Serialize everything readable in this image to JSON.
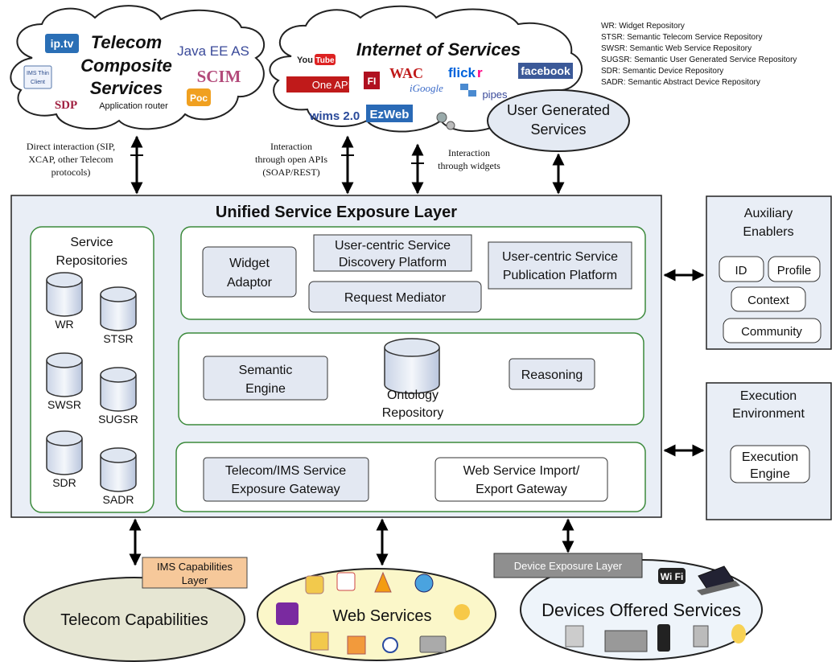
{
  "telecom_composite": {
    "title": [
      "Telecom",
      "Composite",
      "Services"
    ],
    "logos": {
      "iptv": "ip.tv",
      "ims_thin_client": [
        "IMS Thin",
        "Client"
      ],
      "java_ee": "Java EE AS",
      "scim": "SCIM",
      "poc": "Poc",
      "sdp": "SDP",
      "app_router": "Application router"
    }
  },
  "internet_services": {
    "title": "Internet of Services",
    "logos": {
      "youtube_you": "You",
      "youtube_tube": "Tube",
      "oneapi": "One API",
      "fi": "FI",
      "wac": "WAC",
      "flickr_a": "flick",
      "flickr_b": "r",
      "igoogle": "iGoogle",
      "pipes": "pipes",
      "facebook": "facebook",
      "wims": "wims 2.0",
      "ezweb": "EzWeb"
    },
    "user_generated": [
      "User Generated",
      "Services"
    ]
  },
  "abbreviations": [
    "WR: Widget Repository",
    "STSR: Semantic Telecom Service Repository",
    "SWSR: Semantic Web Service Repository",
    "SUGSR: Semantic User Generated Service Repository",
    "SDR: Semantic Device Repository",
    "SADR: Semantic Abstract Device Repository"
  ],
  "interactions": {
    "direct": [
      "Direct interaction (SIP,",
      "XCAP, other Telecom",
      "protocols)"
    ],
    "open_apis": [
      "Interaction",
      "through open APIs",
      "(SOAP/REST)"
    ],
    "widgets": [
      "Interaction",
      "through widgets"
    ]
  },
  "usel": {
    "title": "Unified Service Exposure Layer",
    "service_repositories": {
      "title": [
        "Service",
        "Repositories"
      ],
      "items": [
        "WR",
        "STSR",
        "SWSR",
        "SUGSR",
        "SDR",
        "SADR"
      ]
    },
    "widget_adaptor": [
      "Widget",
      "Adaptor"
    ],
    "discovery": [
      "User-centric Service",
      "Discovery Platform"
    ],
    "publication": [
      "User-centric Service",
      "Publication Platform"
    ],
    "request_mediator": "Request Mediator",
    "semantic_engine": [
      "Semantic",
      "Engine"
    ],
    "ontology": [
      "Ontology",
      "Repository"
    ],
    "reasoning": "Reasoning",
    "telecom_gateway": [
      "Telecom/IMS Service",
      "Exposure Gateway"
    ],
    "web_gateway": [
      "Web Service Import/",
      "Export Gateway"
    ]
  },
  "auxiliary": {
    "title": [
      "Auxiliary",
      "Enablers"
    ],
    "id": "ID",
    "profile": "Profile",
    "context": "Context",
    "community": "Community"
  },
  "execution": {
    "title": [
      "Execution",
      "Environment"
    ],
    "engine": [
      "Execution",
      "Engine"
    ]
  },
  "bottom": {
    "ims_capabilities": [
      "IMS Capabilities",
      "Layer"
    ],
    "telecom_capabilities": "Telecom Capabilities",
    "web_services": "Web Services",
    "device_exposure": "Device Exposure Layer",
    "devices_offered": "Devices Offered Services",
    "wifi": "Wi Fi"
  },
  "colors": {
    "usel_fill": "#e9eef6",
    "panel_stroke": "#3c8a3c",
    "box_fill": "#e3e8f2",
    "ims_layer_fill": "#f6c89a",
    "device_layer_fill": "#8f8f8f",
    "telecom_cap_fill": "#e6e6d3",
    "web_services_fill": "#fbf7c9",
    "devices_fill": "#eef4fa"
  }
}
